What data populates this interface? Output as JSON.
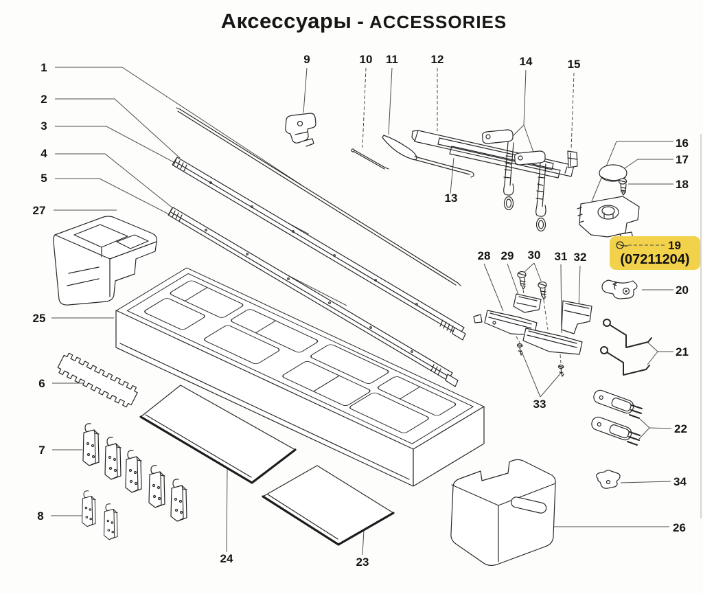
{
  "title": {
    "text_ru": "Аксессуары",
    "separator": "-",
    "text_en": "ACCESSORIES"
  },
  "highlight": {
    "label": "19",
    "part_number": "(07211204)",
    "box_color": "#f2d24b"
  },
  "callouts": [
    {
      "label": "1"
    },
    {
      "label": "2"
    },
    {
      "label": "3"
    },
    {
      "label": "4"
    },
    {
      "label": "5"
    },
    {
      "label": "6"
    },
    {
      "label": "7"
    },
    {
      "label": "8"
    },
    {
      "label": "9"
    },
    {
      "label": "10"
    },
    {
      "label": "11"
    },
    {
      "label": "12"
    },
    {
      "label": "13"
    },
    {
      "label": "14"
    },
    {
      "label": "15"
    },
    {
      "label": "16"
    },
    {
      "label": "17"
    },
    {
      "label": "18"
    },
    {
      "label": "19"
    },
    {
      "label": "20"
    },
    {
      "label": "21"
    },
    {
      "label": "22"
    },
    {
      "label": "23"
    },
    {
      "label": "24"
    },
    {
      "label": "25"
    },
    {
      "label": "26"
    },
    {
      "label": "27"
    },
    {
      "label": "28"
    },
    {
      "label": "29"
    },
    {
      "label": "30"
    },
    {
      "label": "31"
    },
    {
      "label": "32"
    },
    {
      "label": "33"
    },
    {
      "label": "34"
    }
  ]
}
